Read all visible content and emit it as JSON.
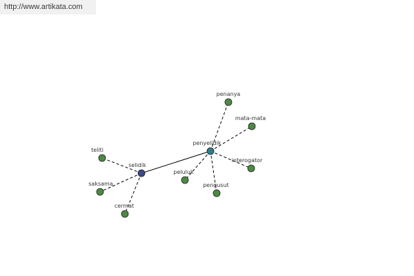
{
  "header": {
    "url": "http://www.artikata.com"
  },
  "colors": {
    "hub_primary": "#3b4a87",
    "hub_secondary": "#2f7e86",
    "leaf": "#4c8a43",
    "edge": "#000000"
  },
  "graph": {
    "nodes": [
      {
        "id": "selidik",
        "label": "selidik",
        "role": "hub_primary"
      },
      {
        "id": "penyelidik",
        "label": "penyelidik",
        "role": "hub_secondary"
      },
      {
        "id": "teliti",
        "label": "teliti",
        "role": "leaf"
      },
      {
        "id": "saksama",
        "label": "saksama",
        "role": "leaf"
      },
      {
        "id": "cermat",
        "label": "cermat",
        "role": "leaf"
      },
      {
        "id": "penanya",
        "label": "penanya",
        "role": "leaf"
      },
      {
        "id": "mata-mata",
        "label": "mata-mata",
        "role": "leaf"
      },
      {
        "id": "interogator",
        "label": "interogator",
        "role": "leaf"
      },
      {
        "id": "pengusut",
        "label": "pengusut",
        "role": "leaf"
      },
      {
        "id": "peluluk",
        "label": "peluluk",
        "role": "leaf"
      }
    ],
    "edges": [
      {
        "from": "selidik",
        "to": "penyelidik",
        "style": "solid"
      },
      {
        "from": "selidik",
        "to": "teliti",
        "style": "dashed"
      },
      {
        "from": "selidik",
        "to": "saksama",
        "style": "dashed"
      },
      {
        "from": "selidik",
        "to": "cermat",
        "style": "dashed"
      },
      {
        "from": "penyelidik",
        "to": "penanya",
        "style": "dashed"
      },
      {
        "from": "penyelidik",
        "to": "mata-mata",
        "style": "dashed"
      },
      {
        "from": "penyelidik",
        "to": "interogator",
        "style": "dashed"
      },
      {
        "from": "penyelidik",
        "to": "pengusut",
        "style": "dashed"
      },
      {
        "from": "penyelidik",
        "to": "peluluk",
        "style": "dashed"
      }
    ]
  }
}
